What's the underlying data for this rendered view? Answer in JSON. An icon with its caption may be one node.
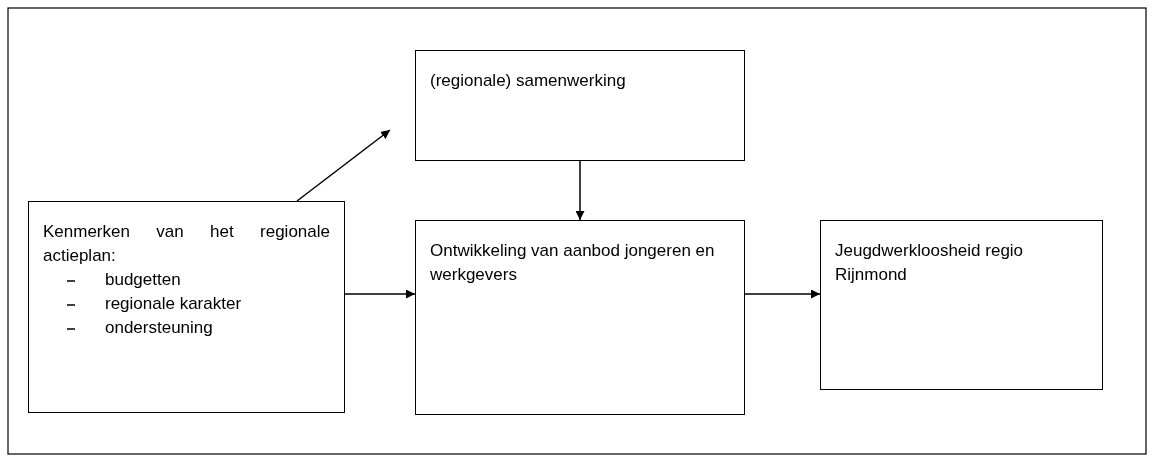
{
  "diagram": {
    "nodes": [
      {
        "text": [
          "(regionale) samenwerking"
        ]
      },
      {
        "text": [
          "Kenmerken van het regionale actieplan:",
          "budgetten",
          "regionale karakter",
          "ondersteuning"
        ]
      },
      {
        "text": [
          "Ontwikkeling van aanbod jongeren en werkgevers"
        ]
      },
      {
        "text": [
          "Jeugdwerkloosheid regio Rijnmond"
        ]
      }
    ],
    "edges": [
      {
        "from": 1,
        "to": 0,
        "arrow": "to"
      },
      {
        "from": 0,
        "to": 2,
        "arrow": "to"
      },
      {
        "from": 1,
        "to": 2,
        "arrow": "to"
      },
      {
        "from": 2,
        "to": 3,
        "arrow": "to"
      }
    ]
  }
}
